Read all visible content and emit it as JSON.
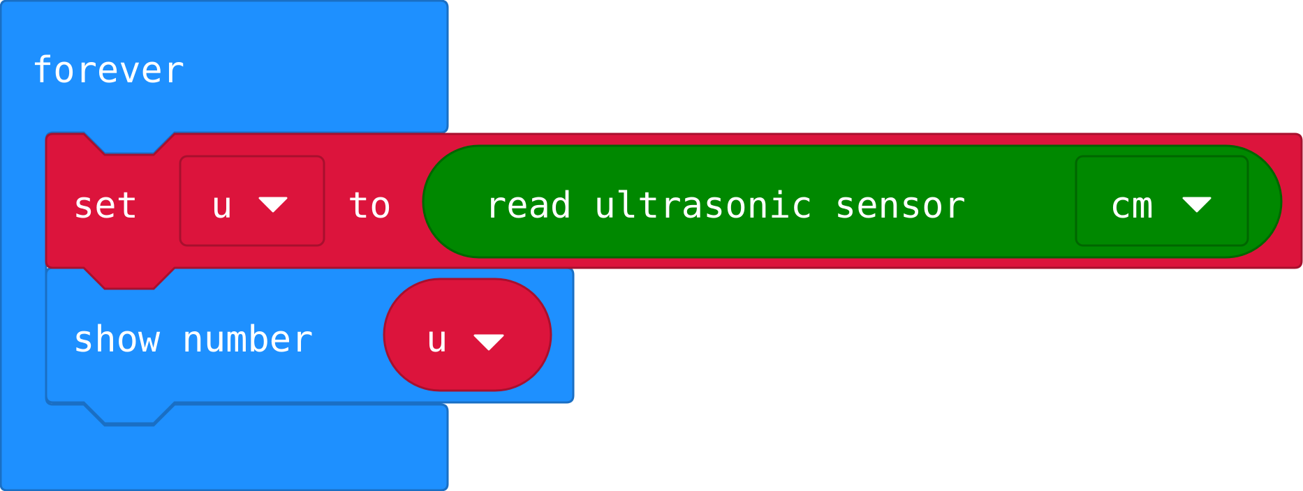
{
  "workspace": {
    "forever_block": {
      "label": "forever",
      "color": "#1E90FF",
      "border": "#1A6FC4"
    },
    "set_block": {
      "label_set": "set",
      "variable": "u",
      "label_to": "to",
      "color": "#DC143C",
      "border": "#A8102E"
    },
    "sensor_block": {
      "label": "read ultrasonic sensor",
      "unit": "cm",
      "color": "#008800",
      "border": "#006600"
    },
    "show_number_block": {
      "label": "show number",
      "variable": "u",
      "color": "#1E90FF",
      "border": "#1A6FC4"
    },
    "icons": {
      "dropdown": "chevron-down-icon"
    }
  }
}
